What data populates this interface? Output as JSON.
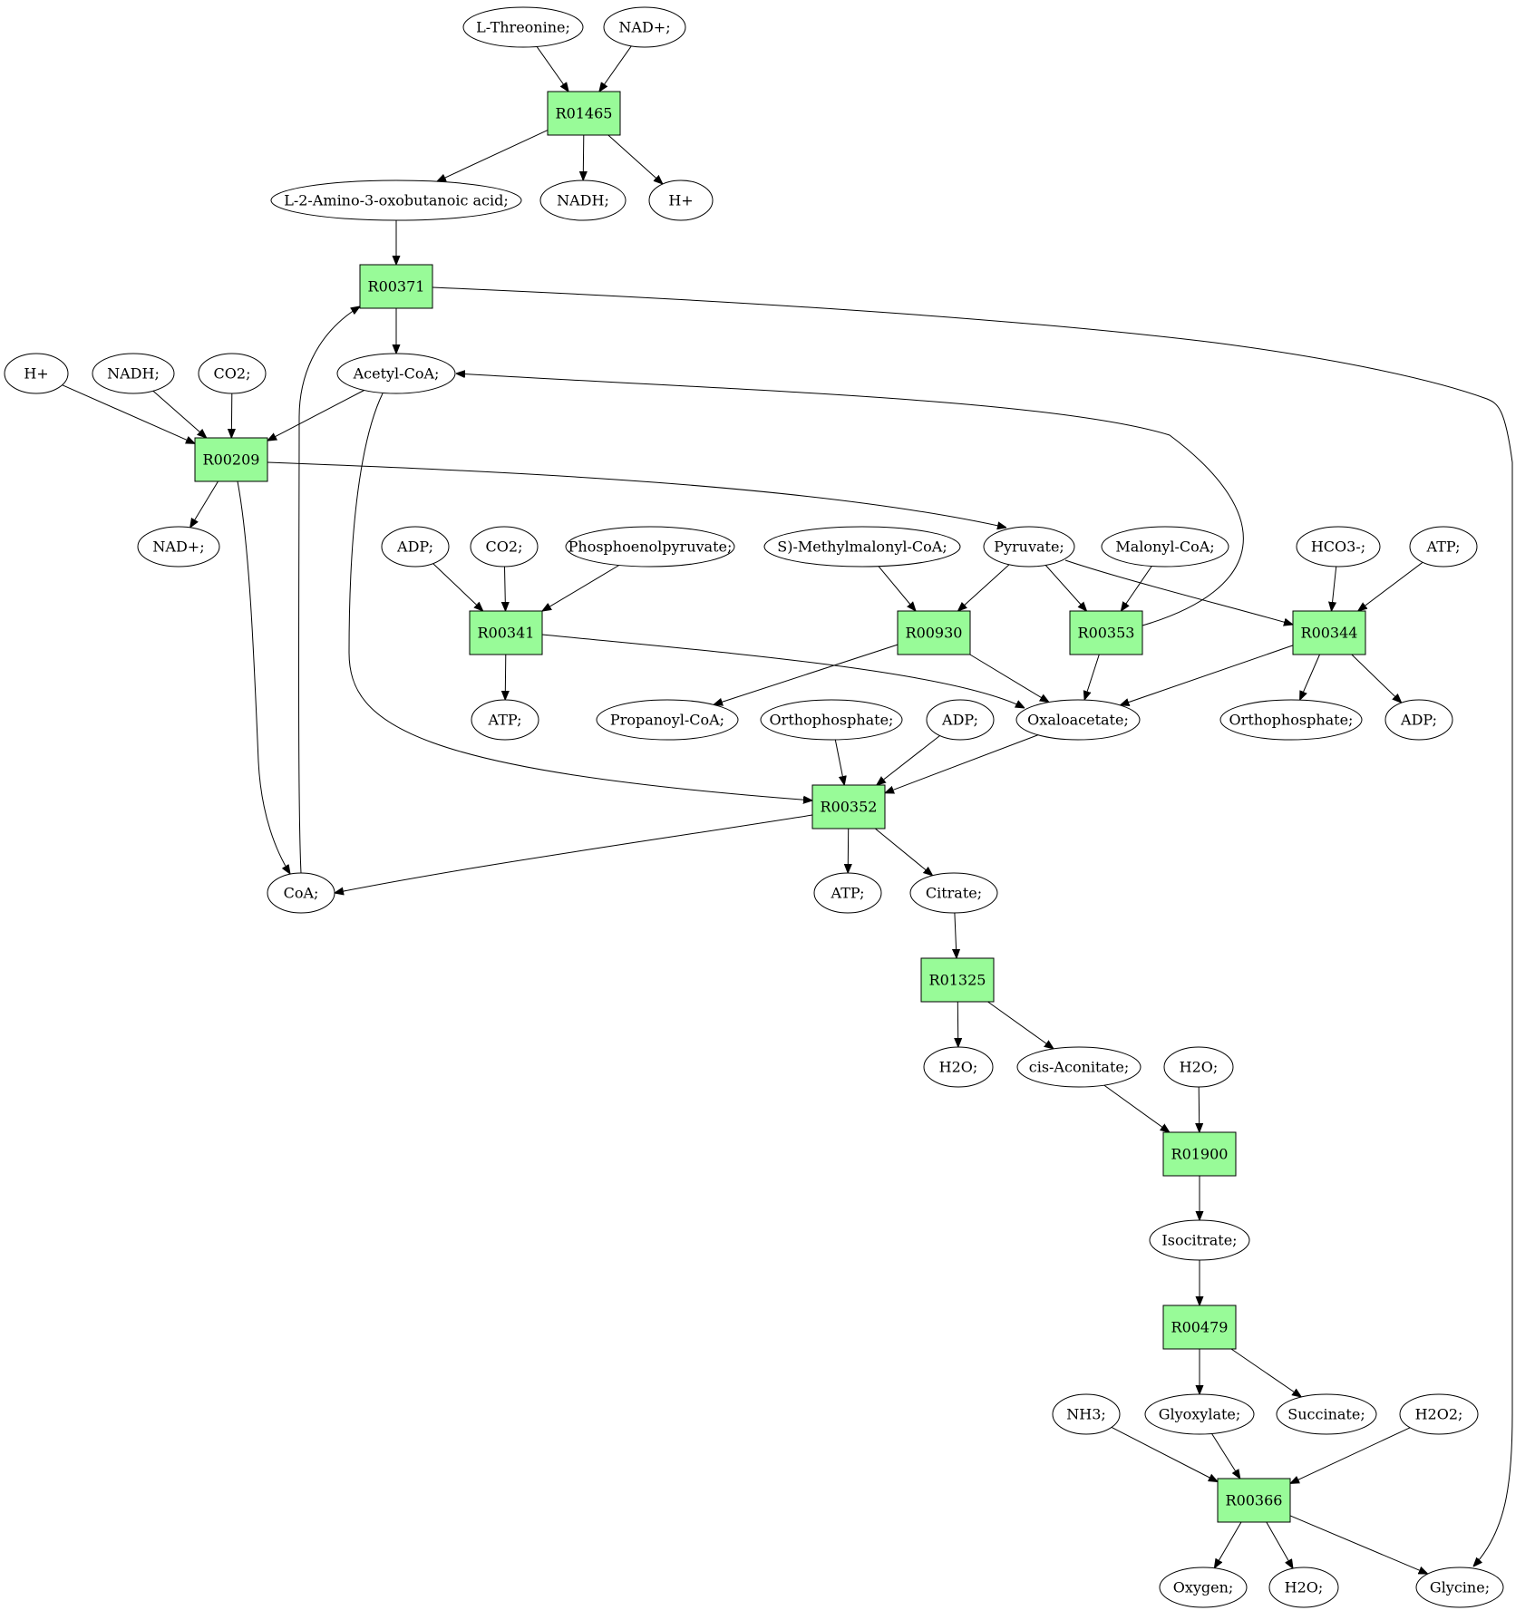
{
  "colors": {
    "reaction": "#98fb98",
    "source": "#00ee00",
    "target": "#ffff00",
    "metabolite": "#ffffff",
    "stroke": "#000000"
  },
  "nodes": [
    {
      "id": "n_thr",
      "label": "L-Threonine;",
      "kind": "source"
    },
    {
      "id": "n_nadp_top",
      "label": "NAD+;",
      "kind": "metabolite"
    },
    {
      "id": "r01465",
      "label": "R01465",
      "kind": "reaction"
    },
    {
      "id": "n_amino",
      "label": "L-2-Amino-3-oxobutanoic acid;",
      "kind": "metabolite"
    },
    {
      "id": "n_nadh_top",
      "label": "NADH;",
      "kind": "metabolite"
    },
    {
      "id": "n_h_top",
      "label": "H+",
      "kind": "metabolite"
    },
    {
      "id": "r00371",
      "label": "R00371",
      "kind": "reaction"
    },
    {
      "id": "n_h_left",
      "label": "H+",
      "kind": "metabolite"
    },
    {
      "id": "n_nadh_left",
      "label": "NADH;",
      "kind": "metabolite"
    },
    {
      "id": "n_co2_left",
      "label": "CO2;",
      "kind": "metabolite"
    },
    {
      "id": "n_acetylcoa",
      "label": "Acetyl-CoA;",
      "kind": "metabolite"
    },
    {
      "id": "r00209",
      "label": "R00209",
      "kind": "reaction"
    },
    {
      "id": "n_nadp_left",
      "label": "NAD+;",
      "kind": "metabolite"
    },
    {
      "id": "n_adp1",
      "label": "ADP;",
      "kind": "metabolite"
    },
    {
      "id": "n_co2_2",
      "label": "CO2;",
      "kind": "metabolite"
    },
    {
      "id": "n_pep",
      "label": "Phosphoenolpyruvate;",
      "kind": "metabolite"
    },
    {
      "id": "n_smm",
      "label": "S)-Methylmalonyl-CoA;",
      "kind": "metabolite"
    },
    {
      "id": "n_pyr",
      "label": "Pyruvate;",
      "kind": "metabolite"
    },
    {
      "id": "n_malcoa",
      "label": "Malonyl-CoA;",
      "kind": "metabolite"
    },
    {
      "id": "n_hco3",
      "label": "HCO3-;",
      "kind": "metabolite"
    },
    {
      "id": "n_atp_r",
      "label": "ATP;",
      "kind": "metabolite"
    },
    {
      "id": "r00341",
      "label": "R00341",
      "kind": "reaction"
    },
    {
      "id": "r00930",
      "label": "R00930",
      "kind": "reaction"
    },
    {
      "id": "r00353",
      "label": "R00353",
      "kind": "reaction"
    },
    {
      "id": "r00344",
      "label": "R00344",
      "kind": "reaction"
    },
    {
      "id": "n_atp2",
      "label": "ATP;",
      "kind": "metabolite"
    },
    {
      "id": "n_propcoa",
      "label": "Propanoyl-CoA;",
      "kind": "metabolite"
    },
    {
      "id": "n_ortho1",
      "label": "Orthophosphate;",
      "kind": "metabolite"
    },
    {
      "id": "n_adp2",
      "label": "ADP;",
      "kind": "metabolite"
    },
    {
      "id": "n_oxa",
      "label": "Oxaloacetate;",
      "kind": "metabolite"
    },
    {
      "id": "n_ortho2",
      "label": "Orthophosphate;",
      "kind": "metabolite"
    },
    {
      "id": "n_adp3",
      "label": "ADP;",
      "kind": "metabolite"
    },
    {
      "id": "r00352",
      "label": "R00352",
      "kind": "reaction"
    },
    {
      "id": "n_coa",
      "label": "CoA;",
      "kind": "metabolite"
    },
    {
      "id": "n_atp3",
      "label": "ATP;",
      "kind": "metabolite"
    },
    {
      "id": "n_citrate",
      "label": "Citrate;",
      "kind": "metabolite"
    },
    {
      "id": "r01325",
      "label": "R01325",
      "kind": "reaction"
    },
    {
      "id": "n_h2o1",
      "label": "H2O;",
      "kind": "metabolite"
    },
    {
      "id": "n_cisacon",
      "label": "cis-Aconitate;",
      "kind": "metabolite"
    },
    {
      "id": "n_h2o2",
      "label": "H2O;",
      "kind": "metabolite"
    },
    {
      "id": "r01900",
      "label": "R01900",
      "kind": "reaction"
    },
    {
      "id": "n_isocit",
      "label": "Isocitrate;",
      "kind": "metabolite"
    },
    {
      "id": "r00479",
      "label": "R00479",
      "kind": "reaction"
    },
    {
      "id": "n_nh3",
      "label": "NH3;",
      "kind": "metabolite"
    },
    {
      "id": "n_glyox",
      "label": "Glyoxylate;",
      "kind": "metabolite"
    },
    {
      "id": "n_succ",
      "label": "Succinate;",
      "kind": "metabolite"
    },
    {
      "id": "n_h2o2b",
      "label": "H2O2;",
      "kind": "metabolite"
    },
    {
      "id": "r00366",
      "label": "R00366",
      "kind": "reaction"
    },
    {
      "id": "n_oxygen",
      "label": "Oxygen;",
      "kind": "metabolite"
    },
    {
      "id": "n_h2o3",
      "label": "H2O;",
      "kind": "metabolite"
    },
    {
      "id": "n_glycine",
      "label": "Glycine;",
      "kind": "target"
    }
  ],
  "edges": [
    {
      "from": "n_thr",
      "to": "r01465"
    },
    {
      "from": "n_nadp_top",
      "to": "r01465"
    },
    {
      "from": "r01465",
      "to": "n_amino"
    },
    {
      "from": "r01465",
      "to": "n_nadh_top"
    },
    {
      "from": "r01465",
      "to": "n_h_top"
    },
    {
      "from": "n_amino",
      "to": "r00371"
    },
    {
      "from": "r00371",
      "to": "n_acetylcoa"
    },
    {
      "from": "r00371",
      "to": "n_glycine"
    },
    {
      "from": "n_coa",
      "to": "r00371"
    },
    {
      "from": "n_h_left",
      "to": "r00209"
    },
    {
      "from": "n_nadh_left",
      "to": "r00209"
    },
    {
      "from": "n_co2_left",
      "to": "r00209"
    },
    {
      "from": "n_acetylcoa",
      "to": "r00209"
    },
    {
      "from": "r00209",
      "to": "n_nadp_left"
    },
    {
      "from": "r00209",
      "to": "n_coa"
    },
    {
      "from": "r00209",
      "to": "n_pyr"
    },
    {
      "from": "n_acetylcoa",
      "to": "r00352"
    },
    {
      "from": "r00353",
      "to": "n_acetylcoa"
    },
    {
      "from": "n_adp1",
      "to": "r00341"
    },
    {
      "from": "n_co2_2",
      "to": "r00341"
    },
    {
      "from": "n_pep",
      "to": "r00341"
    },
    {
      "from": "r00341",
      "to": "n_atp2"
    },
    {
      "from": "r00341",
      "to": "n_oxa"
    },
    {
      "from": "n_smm",
      "to": "r00930"
    },
    {
      "from": "n_pyr",
      "to": "r00930"
    },
    {
      "from": "r00930",
      "to": "n_propcoa"
    },
    {
      "from": "r00930",
      "to": "n_oxa"
    },
    {
      "from": "n_pyr",
      "to": "r00353"
    },
    {
      "from": "n_malcoa",
      "to": "r00353"
    },
    {
      "from": "r00353",
      "to": "n_oxa"
    },
    {
      "from": "n_pyr",
      "to": "r00344"
    },
    {
      "from": "n_hco3",
      "to": "r00344"
    },
    {
      "from": "n_atp_r",
      "to": "r00344"
    },
    {
      "from": "r00344",
      "to": "n_oxa"
    },
    {
      "from": "r00344",
      "to": "n_ortho2"
    },
    {
      "from": "r00344",
      "to": "n_adp3"
    },
    {
      "from": "n_ortho1",
      "to": "r00352"
    },
    {
      "from": "n_adp2",
      "to": "r00352"
    },
    {
      "from": "n_oxa",
      "to": "r00352"
    },
    {
      "from": "r00352",
      "to": "n_coa"
    },
    {
      "from": "r00352",
      "to": "n_atp3"
    },
    {
      "from": "r00352",
      "to": "n_citrate"
    },
    {
      "from": "n_citrate",
      "to": "r01325"
    },
    {
      "from": "r01325",
      "to": "n_h2o1"
    },
    {
      "from": "r01325",
      "to": "n_cisacon"
    },
    {
      "from": "n_cisacon",
      "to": "r01900"
    },
    {
      "from": "n_h2o2",
      "to": "r01900"
    },
    {
      "from": "r01900",
      "to": "n_isocit"
    },
    {
      "from": "n_isocit",
      "to": "r00479"
    },
    {
      "from": "r00479",
      "to": "n_glyox"
    },
    {
      "from": "r00479",
      "to": "n_succ"
    },
    {
      "from": "n_nh3",
      "to": "r00366"
    },
    {
      "from": "n_glyox",
      "to": "r00366"
    },
    {
      "from": "n_h2o2b",
      "to": "r00366"
    },
    {
      "from": "r00366",
      "to": "n_oxygen"
    },
    {
      "from": "r00366",
      "to": "n_h2o3"
    },
    {
      "from": "r00366",
      "to": "n_glycine"
    }
  ]
}
